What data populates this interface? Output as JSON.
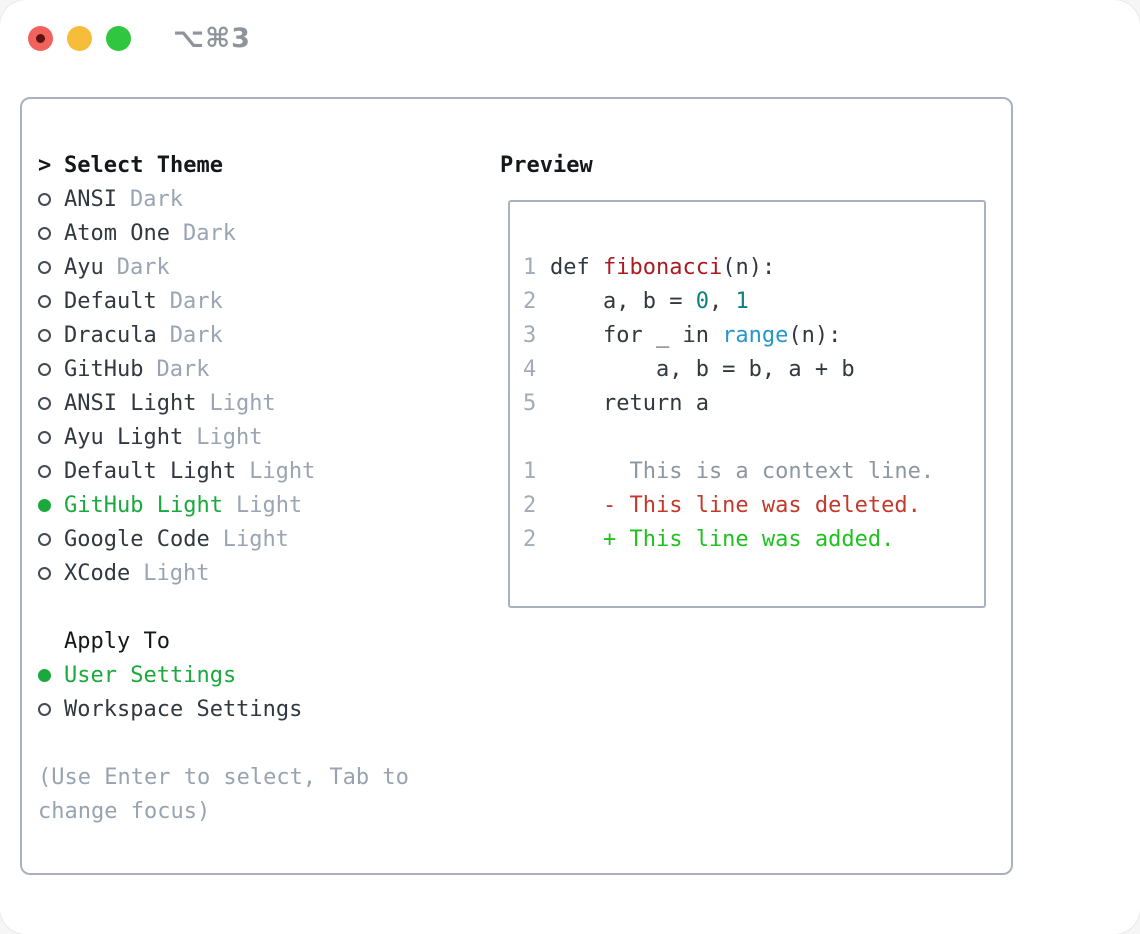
{
  "window": {
    "title": "⌥⌘3",
    "traffic_lights": [
      "close",
      "minimize",
      "zoom"
    ]
  },
  "theme_list": {
    "prompt": ">",
    "header": "Select Theme",
    "items": [
      {
        "name": "ANSI",
        "tag": "Dark",
        "selected": false
      },
      {
        "name": "Atom One",
        "tag": "Dark",
        "selected": false
      },
      {
        "name": "Ayu",
        "tag": "Dark",
        "selected": false
      },
      {
        "name": "Default",
        "tag": "Dark",
        "selected": false
      },
      {
        "name": "Dracula",
        "tag": "Dark",
        "selected": false
      },
      {
        "name": "GitHub",
        "tag": "Dark",
        "selected": false
      },
      {
        "name": "ANSI Light",
        "tag": "Light",
        "selected": false
      },
      {
        "name": "Ayu Light",
        "tag": "Light",
        "selected": false
      },
      {
        "name": "Default Light",
        "tag": "Light",
        "selected": false
      },
      {
        "name": "GitHub Light",
        "tag": "Light",
        "selected": true
      },
      {
        "name": "Google Code",
        "tag": "Light",
        "selected": false
      },
      {
        "name": "XCode",
        "tag": "Light",
        "selected": false
      }
    ]
  },
  "apply_to": {
    "header": "Apply To",
    "items": [
      {
        "label": "User Settings",
        "selected": true
      },
      {
        "label": "Workspace Settings",
        "selected": false
      }
    ]
  },
  "help": {
    "lines": [
      "(Use Enter to select, Tab to",
      "change focus)"
    ]
  },
  "preview": {
    "header": "Preview",
    "lines": [
      {
        "number": "1",
        "segments": [
          {
            "text": "def ",
            "style": "code"
          },
          {
            "text": "fibonacci",
            "style": "function"
          },
          {
            "text": "(n):",
            "style": "code"
          }
        ]
      },
      {
        "number": "2",
        "segments": [
          {
            "text": "    a, b = ",
            "style": "code"
          },
          {
            "text": "0",
            "style": "number"
          },
          {
            "text": ", ",
            "style": "code"
          },
          {
            "text": "1",
            "style": "number"
          }
        ]
      },
      {
        "number": "3",
        "segments": [
          {
            "text": "    for _ in ",
            "style": "code"
          },
          {
            "text": "range",
            "style": "builtin"
          },
          {
            "text": "(n):",
            "style": "code"
          }
        ]
      },
      {
        "number": "4",
        "segments": [
          {
            "text": "        a, b = b, a + b",
            "style": "code"
          }
        ]
      },
      {
        "number": "5",
        "segments": [
          {
            "text": "    return a",
            "style": "code"
          }
        ]
      },
      {
        "number": "",
        "segments": []
      },
      {
        "number": "1",
        "segments": [
          {
            "text": "      This is a context line.",
            "style": "context"
          }
        ]
      },
      {
        "number": "2",
        "segments": [
          {
            "text": "    - This line was deleted.",
            "style": "deleted"
          }
        ]
      },
      {
        "number": "2",
        "segments": [
          {
            "text": "    + This line was added.",
            "style": "added"
          }
        ]
      }
    ]
  },
  "colors": {
    "selection_green": "#1aa93c",
    "added_green": "#1fc11f",
    "deleted_red": "#c3392b",
    "function_red": "#ab1b21",
    "number_teal": "#0d807b",
    "builtin_blue": "#2696cc",
    "muted_gray": "#9aa4b2",
    "border_gray": "#a9b2bc",
    "text_dark": "#32383f"
  }
}
